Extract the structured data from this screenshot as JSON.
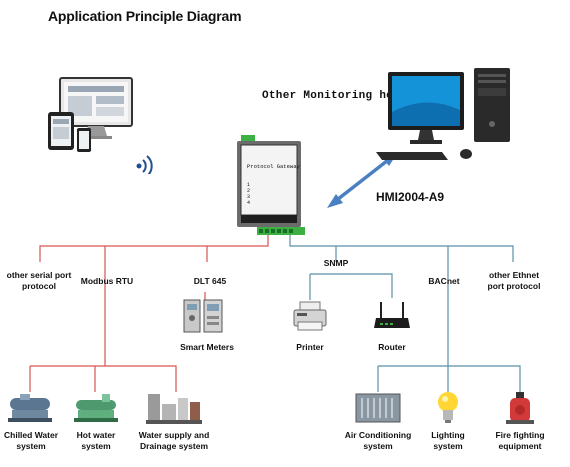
{
  "title": "Application Principle Diagram",
  "monitoring_host_label": "Other Monitoring host",
  "gateway": {
    "model": "HMI2004-A9",
    "screen_title": "Protocol Gateway",
    "screen_lines": [
      "1",
      "2",
      "3",
      "4"
    ]
  },
  "protocols": {
    "other_serial": "other serial port protocol",
    "modbus_rtu": "Modbus RTU",
    "dlt645": "DLT 645",
    "snmp": "SNMP",
    "bacnet": "BACnet",
    "other_ethernet": "other Ethnet port protocol"
  },
  "devices": {
    "smart_meters": "Smart Meters",
    "printer": "Printer",
    "router": "Router",
    "chilled_water": "Chilled Water system",
    "hot_water": "Hot water system",
    "water_supply": "Water supply and Drainage system",
    "air_conditioning": "Air Conditioning system",
    "lighting": "Lighting system",
    "fire_fighting": "Fire fighting equipment"
  },
  "colors": {
    "serial_line": "#d9534f",
    "ethernet_line": "#5b8fa8",
    "link_arrow": "#4a7fc1",
    "enclosure": "#6b6b6b",
    "terminal": "#3cb043"
  },
  "icons": {
    "client_devices": "monitor-tablet-phone-icon",
    "wifi": "wifi-icon",
    "host": "desktop-computer-icon",
    "arrow": "double-arrow-icon"
  }
}
